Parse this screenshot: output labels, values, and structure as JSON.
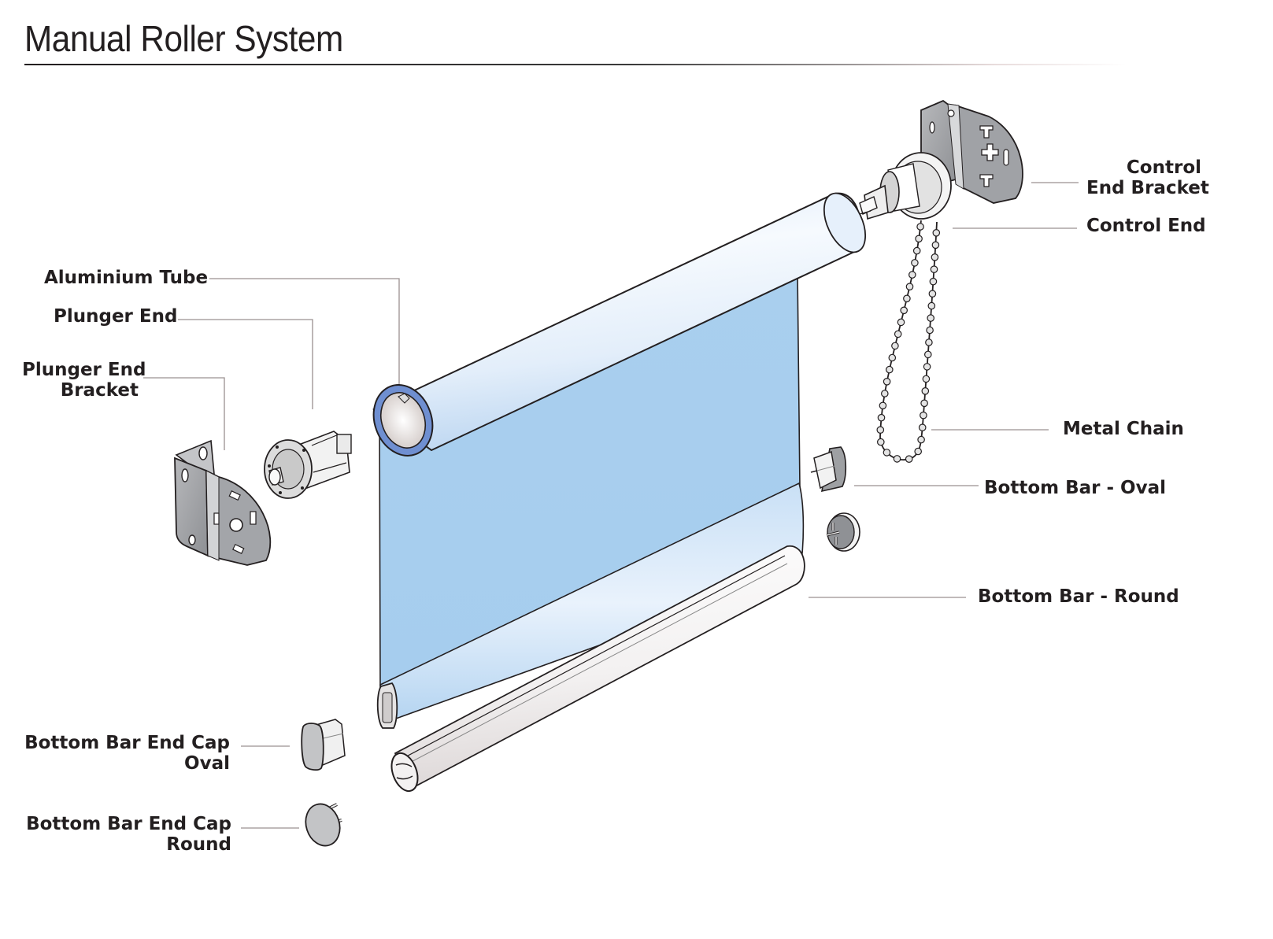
{
  "title": "Manual Roller System",
  "colors": {
    "fabric": "#a9cfee",
    "tube_highlight": "#f4f9fe",
    "tube_rim": "#6f8fd1",
    "metal": "#9d9fa3",
    "outline": "#231f20",
    "leader_line": "#9a9090"
  },
  "labels": {
    "aluminium_tube": "Aluminium Tube",
    "plunger_end": "Plunger End",
    "plunger_end_bracket": [
      "Plunger End",
      "Bracket"
    ],
    "control_end_bracket": [
      "Control",
      "End Bracket"
    ],
    "control_end": "Control End",
    "metal_chain": "Metal Chain",
    "bottom_bar_oval": "Bottom Bar - Oval",
    "bottom_bar_round": "Bottom Bar - Round",
    "bottom_bar_end_cap_oval": [
      "Bottom Bar End Cap",
      "Oval"
    ],
    "bottom_bar_end_cap_round": [
      "Bottom Bar End Cap",
      "Round"
    ]
  }
}
